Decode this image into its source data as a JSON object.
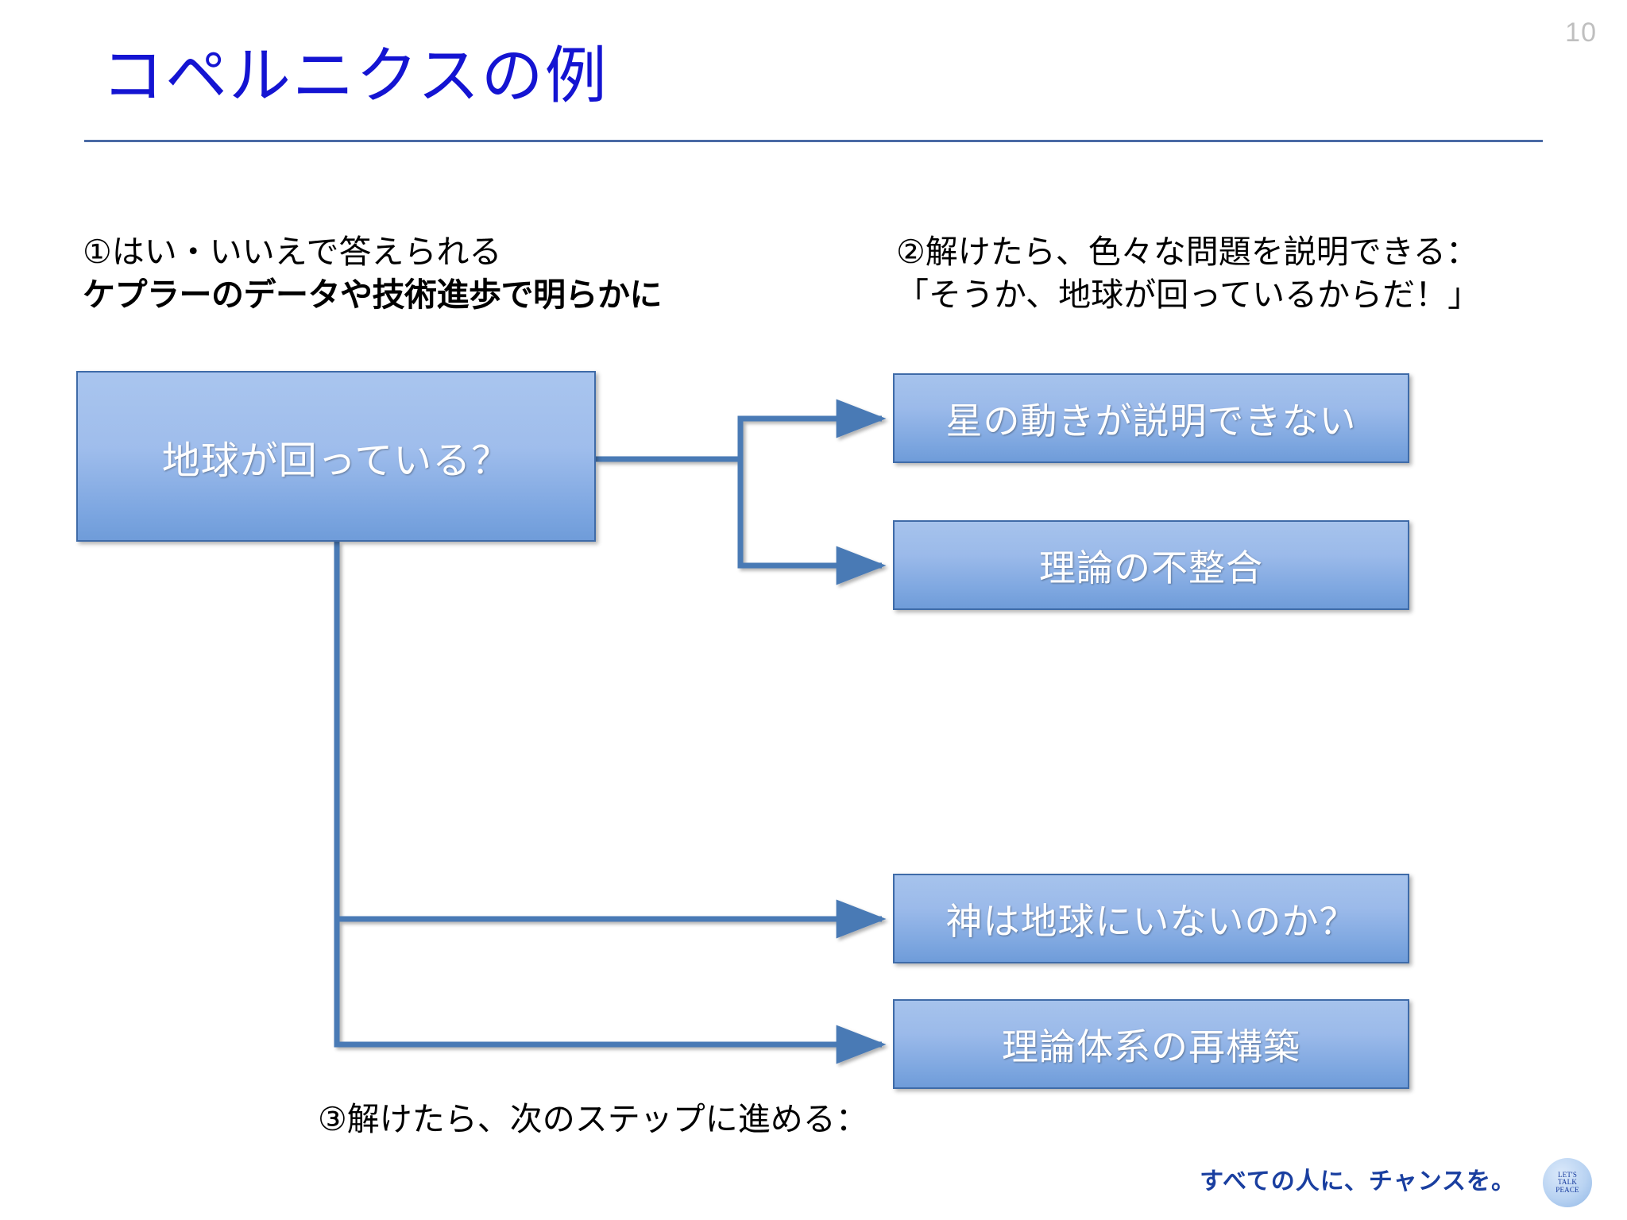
{
  "slide": {
    "page_number": "10",
    "title": "コペルニクスの例",
    "title_color": "#1414d2",
    "rule_color": "#4a6aa5"
  },
  "annotations": [
    {
      "id": "annot-1",
      "line1": "①はい・いいえで答えられる",
      "line2": "ケプラーのデータや技術進歩で明らかに"
    },
    {
      "id": "annot-2",
      "line1": "②解けたら、色々な問題を説明できる：",
      "line2": "「そうか、地球が回っているからだ！」"
    },
    {
      "id": "annot-3",
      "line1": "③解けたら、次のステップに進める："
    }
  ],
  "diagram": {
    "root_box": {
      "label": "地球が回っている？"
    },
    "result_boxes": [
      {
        "label": "星の動きが説明できない"
      },
      {
        "label": "理論の不整合"
      },
      {
        "label": "神は地球にいないのか？"
      },
      {
        "label": "理論体系の再構築"
      }
    ],
    "box_fill_top": "#a6c3ec",
    "box_fill_bottom": "#6f9cd9",
    "box_border": "#3f6ba8",
    "box_text_color": "#ffffff",
    "connector_color": "#4a7ab5"
  },
  "footer": {
    "tagline": "すべての人に、チャンスを。",
    "logo_line1": "LET'S",
    "logo_line2": "TALK",
    "logo_line3": "PEACE"
  }
}
